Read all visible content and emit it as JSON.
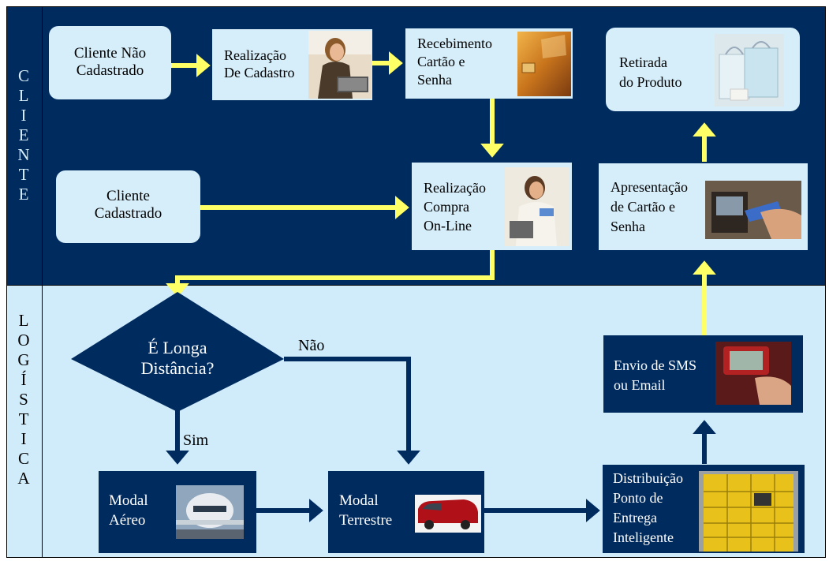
{
  "lanes": {
    "cliente": [
      "C",
      "L",
      "I",
      "E",
      "N",
      "T",
      "E"
    ],
    "logistica": [
      "L",
      "O",
      "G",
      "Í",
      "S",
      "T",
      "I",
      "C",
      "A"
    ]
  },
  "boxes": {
    "cliente_nao_cadastrado": "Cliente Não\nCadastrado",
    "realizacao_cadastro": "Realização\nDe Cadastro",
    "recebimento_cartao": "Recebimento\nCartão e\nSenha",
    "retirada_produto": "Retirada\ndo Produto",
    "cliente_cadastrado": "Cliente\nCadastrado",
    "realizacao_compra": "Realização\nCompra\nOn-Line",
    "apresentacao_cartao": "Apresentação\nde Cartão e\nSenha",
    "longa_distancia": "É Longa\nDistância?",
    "envio_sms": "Envio de SMS\nou Email",
    "modal_aereo": "Modal\nAéreo",
    "modal_terrestre": "Modal\nTerrestre",
    "distribuicao": "Distribuição\nPonto de\nEntrega\nInteligente"
  },
  "edge_labels": {
    "nao": "Não",
    "sim": "Sim"
  },
  "colors": {
    "dark_blue": "#002B5F",
    "light_blue": "#D6EEFA",
    "yellow_arrow": "#FFFF66"
  }
}
